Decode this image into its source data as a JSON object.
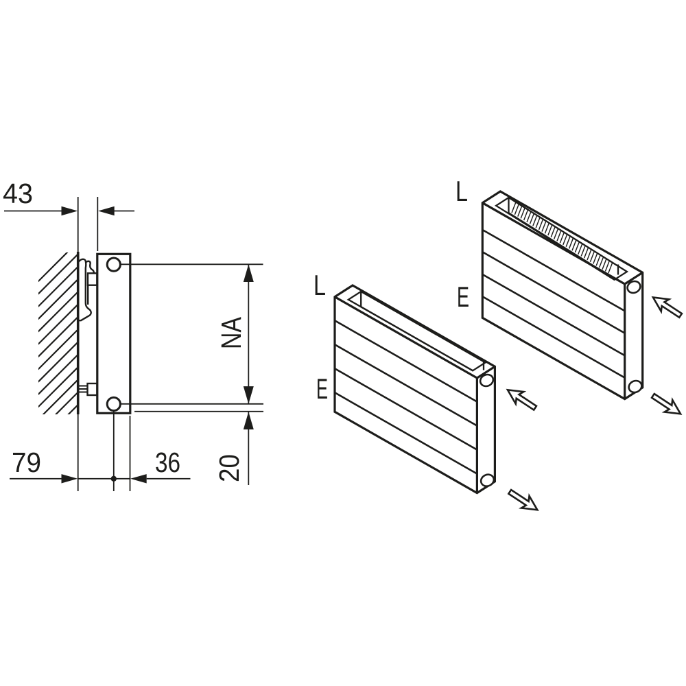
{
  "side_view": {
    "dim_wall_gap": "43",
    "dim_wall_to_pipe": "79",
    "dim_pipe_to_front": "36",
    "dim_pipe_spacing": "NA",
    "dim_pipe_to_bottom": "20"
  },
  "iso_views": {
    "top_radiator": {
      "label_length": "L",
      "label_end": "E",
      "grille": true
    },
    "bottom_radiator": {
      "label_length": "L",
      "label_end": "E",
      "grille": false
    }
  },
  "colors": {
    "ink": "#1d1d1b",
    "background": "#ffffff"
  }
}
